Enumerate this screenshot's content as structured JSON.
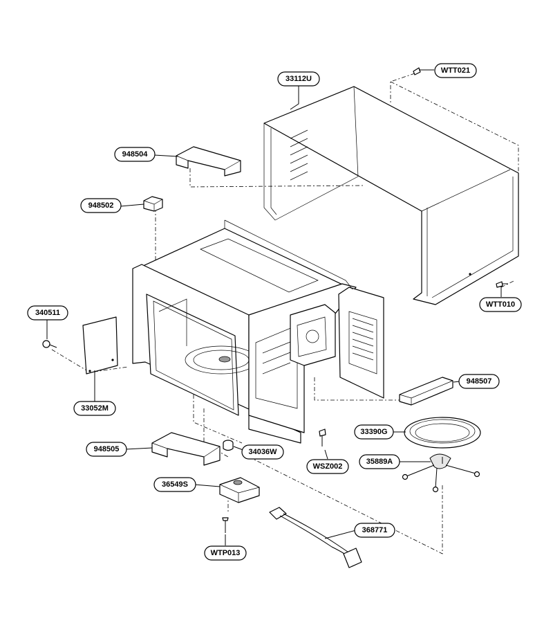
{
  "parts": [
    {
      "id": "WTT021"
    },
    {
      "id": "33112U"
    },
    {
      "id": "948504"
    },
    {
      "id": "948502"
    },
    {
      "id": "340511"
    },
    {
      "id": "WTT010"
    },
    {
      "id": "948507"
    },
    {
      "id": "33052M"
    },
    {
      "id": "33390G"
    },
    {
      "id": "948505"
    },
    {
      "id": "34036W"
    },
    {
      "id": "WSZ002"
    },
    {
      "id": "35889A"
    },
    {
      "id": "36549S"
    },
    {
      "id": "368771"
    },
    {
      "id": "WTP013"
    }
  ]
}
